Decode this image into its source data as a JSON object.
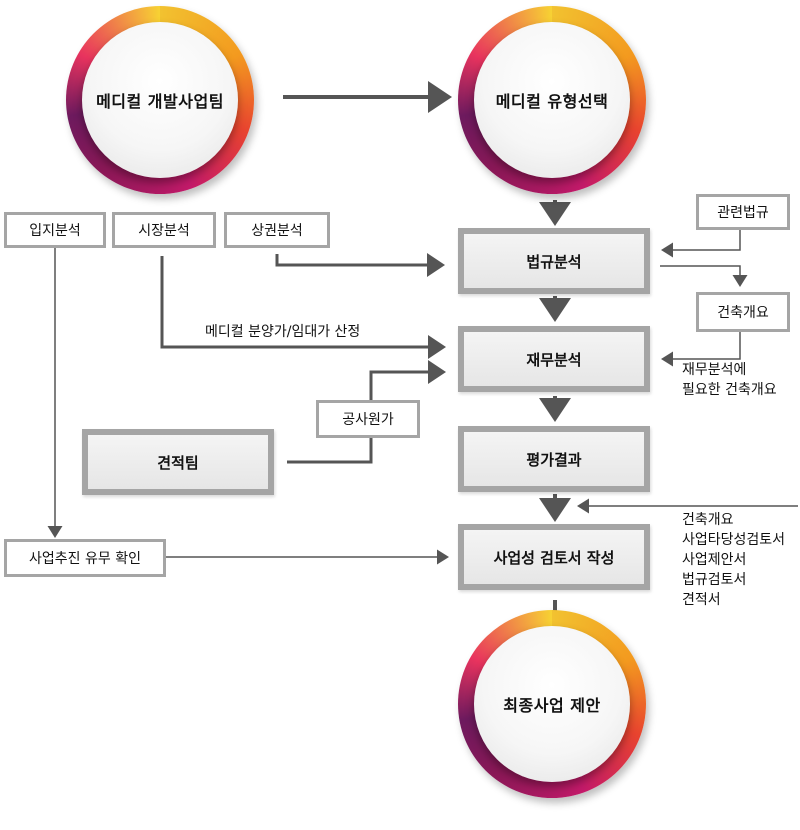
{
  "circles": {
    "dev_team": "메디컬 개발사업팀",
    "type_select": "메디컬 유형선택",
    "final": "최종사업 제안"
  },
  "process": {
    "law": "법규분석",
    "finance": "재무분석",
    "evaluation": "평가결과",
    "report": "사업성 검토서 작성",
    "estimate_team": "견적팀"
  },
  "tags": {
    "location": "입지분석",
    "market": "시장분석",
    "commercial": "상권분석",
    "related_law": "관련법규",
    "building_overview": "건축개요",
    "construction_cost": "공사원가",
    "business_check": "사업추진 유무 확인"
  },
  "labels": {
    "price_calc": "메디컬 분양가/임대가 산정",
    "finance_needed_line1": "재무분석에",
    "finance_needed_line2": "필요한 건축개요",
    "docs": [
      "건축개요",
      "사업타당성검토서",
      "사업제안서",
      "법규검토서",
      "견적서"
    ]
  },
  "colors": {
    "arrow": "#555555",
    "box_border": "#a5a5a5"
  }
}
